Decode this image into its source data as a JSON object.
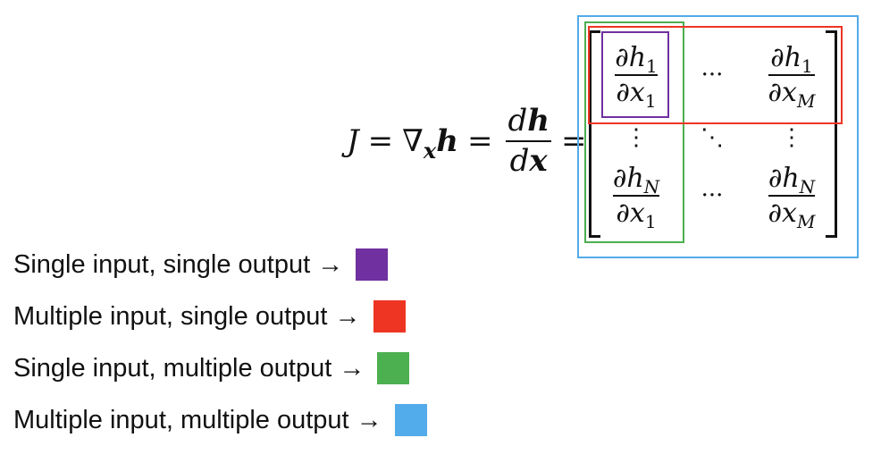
{
  "equation": {
    "J": "J",
    "equals": "=",
    "nabla": "∇",
    "nabla_sub": "x",
    "h": "h",
    "frac_num": "dh",
    "frac_den": "dx"
  },
  "matrix": {
    "partial": "∂",
    "h": "h",
    "x": "x",
    "sub_1": "1",
    "sub_N": "N",
    "sub_M": "M",
    "hdots": "···",
    "vdots": "⋮",
    "ddots": "⋱"
  },
  "legend": [
    {
      "label": "Single input, single output →",
      "color": "#7030A0"
    },
    {
      "label": "Multiple input, single output →",
      "color": "#EE3524"
    },
    {
      "label": "Single input, multiple output →",
      "color": "#4CAF50"
    },
    {
      "label": "Multiple input, multiple output →",
      "color": "#52ABEA"
    }
  ],
  "box_colors": {
    "purple": "#7030A0",
    "red": "#EE3524",
    "green": "#4CAF50",
    "blue": "#52ABEA"
  }
}
